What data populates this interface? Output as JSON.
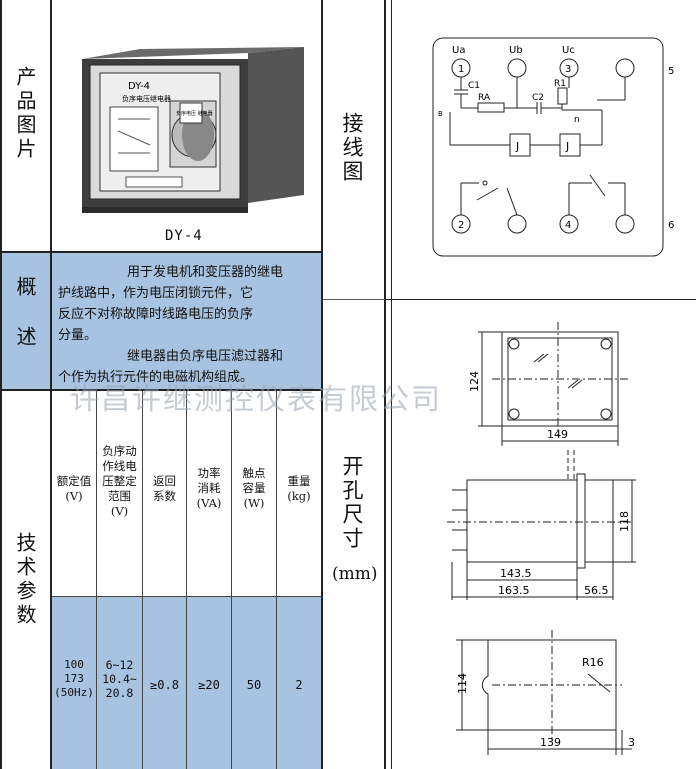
{
  "left": {
    "product_photo_label": "产品图片",
    "model": "DY-4",
    "device_face_title": "DY-4",
    "device_face_subtitle": "负序电压继电器",
    "device_face_knob": "负序电压 继电器",
    "overview_label": "概述",
    "overview_lines": [
      "用于发电机和变压器的继电",
      "护线路中，作为电压闭锁元件，它",
      "反应不对称故障时线路电压的负序",
      "分量。",
      "继电器由负序电压滤过器和",
      "个作为执行元件的电磁机构组成。"
    ],
    "tech_label": "技术参数",
    "table": {
      "headers": [
        "额定值\n(V)",
        "负序动\n作线电\n压整定\n范围\n(V)",
        "返回\n系数",
        "功率\n消耗\n(VA)",
        "触点\n容量\n(W)",
        "重量\n(kg)"
      ],
      "values": [
        "100\n173\n(50Hz)",
        "6~12\n10.4~\n20.8",
        "≥0.8",
        "≥20",
        "50",
        "2"
      ]
    }
  },
  "right": {
    "wiring_label": "接线图",
    "wiring": {
      "terminals_top": [
        "Ua",
        "Ub",
        "Uc"
      ],
      "terminal_numbers": [
        "1",
        "3",
        "5",
        "2",
        "4",
        "6"
      ],
      "components": [
        "C1",
        "RA",
        "C2",
        "R1",
        "n",
        "J",
        "J",
        "B"
      ]
    },
    "cutout_label": "开孔尺寸",
    "cutout_unit": "(mm)",
    "dims": {
      "front_height": "124",
      "front_width": "149",
      "side_height": "118",
      "side_depth1": "143.5",
      "side_depth2": "163.5",
      "side_depth3": "56.5",
      "cut_height": "114",
      "cut_width": "139",
      "cut_radius": "R16",
      "cut_margin": "3"
    }
  },
  "watermark": "许昌许继测控仪表有限公司"
}
